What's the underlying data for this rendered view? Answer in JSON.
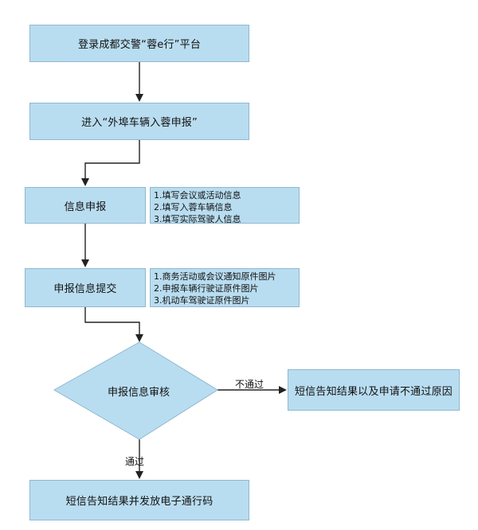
{
  "colors": {
    "box_fill": "#b9ddf0",
    "box_border": "#8fb8cf",
    "arrow": "#222222"
  },
  "steps": {
    "login": "登录成都交警“蓉e行”平台",
    "enter": "进入“外埠车辆入蓉申报”",
    "declare": "信息申报",
    "submit": "申报信息提交",
    "review": "申报信息审核",
    "fail_result": "短信告知结果以及申请不通过原因",
    "pass_result": "短信告知结果并发放电子通行码"
  },
  "notes": {
    "declare": [
      "1.填写会议或活动信息",
      "2.填写入蓉车辆信息",
      "3.填写实际驾驶人信息"
    ],
    "submit": [
      "1.商务活动或会议通知原件图片",
      "2.申报车辆行驶证原件图片",
      "3.机动车驾驶证原件图片"
    ]
  },
  "edge_labels": {
    "fail": "不通过",
    "pass": "通过"
  }
}
